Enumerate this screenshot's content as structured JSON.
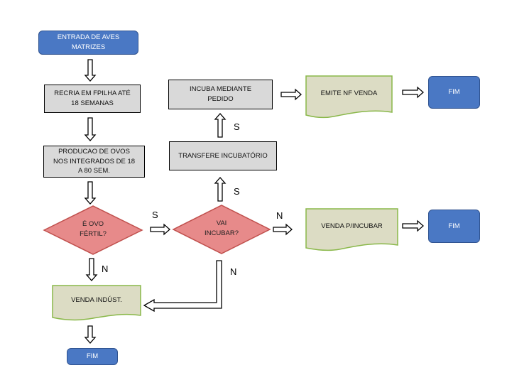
{
  "nodes": {
    "entrada": "ENTRADA DE AVES\nMATRIZES",
    "recria": "RECRIA EM FPILHA ATÉ\n18 SEMANAS",
    "producao": "PRODUCAO DE OVOS\nNOS INTEGRADOS DE 18\nA 80 SEM.",
    "ovo_fertil": "É OVO\nFÉRTIL?",
    "vai_incubar": "VAI\nINCUBAR?",
    "transfere": "TRANSFERE INCUBATÓRIO",
    "incuba": "INCUBA MEDIANTE\nPEDIDO",
    "emite_nf": "EMITE NF VENDA",
    "venda_incubar": "VENDA  P/INCUBAR",
    "venda_indust": "VENDA INDÚST.",
    "fim_top": "FIM",
    "fim_mid": "FIM",
    "fim_bottom": "FIM"
  },
  "edge_labels": {
    "fertil_sim": "S",
    "fertil_nao": "N",
    "incubar_sim": "S",
    "incubar_nao_right": "N",
    "incubar_nao_down": "N",
    "transfere_sim": "S"
  },
  "colors": {
    "terminal_fill": "#4a78c4",
    "process_fill": "#d9d9d9",
    "decision_fill": "#e78a8a",
    "decision_stroke": "#c0504d",
    "document_fill": "#dcdcc4",
    "document_stroke": "#8ab84a"
  }
}
